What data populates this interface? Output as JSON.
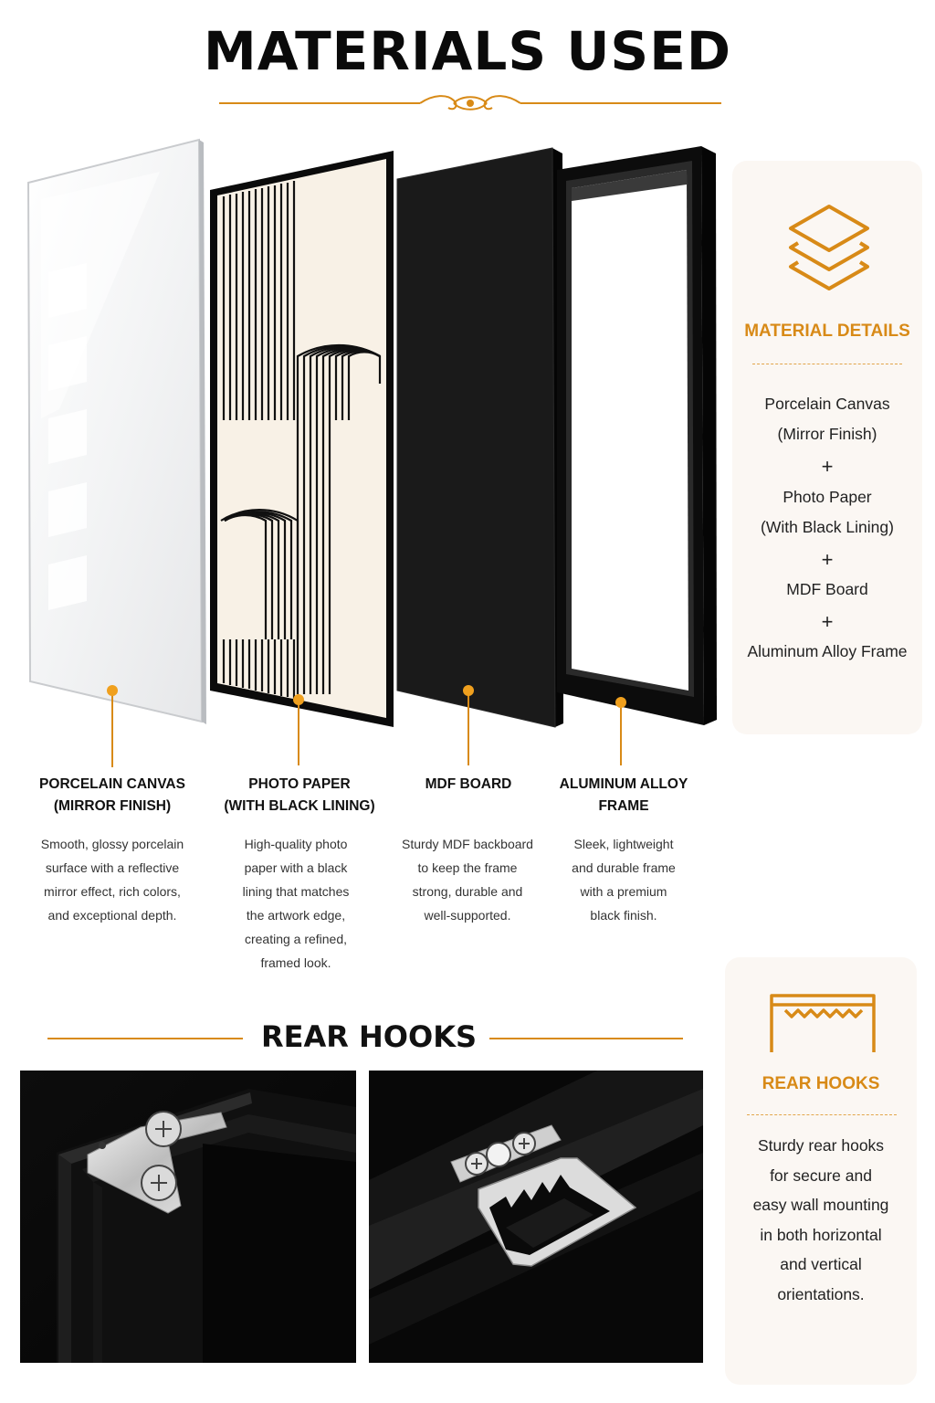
{
  "header": {
    "title": "MATERIALS USED"
  },
  "layers": [
    {
      "label_line1": "PORCELAIN CANVAS",
      "label_line2": "(MIRROR FINISH)",
      "description": [
        "Smooth, glossy porcelain",
        "surface with a reflective",
        "mirror effect, rich colors,",
        "and exceptional depth."
      ]
    },
    {
      "label_line1": "PHOTO PAPER",
      "label_line2": "(WITH BLACK LINING)",
      "description": [
        "High-quality photo",
        "paper with a black",
        "lining that matches",
        "the artwork edge,",
        "creating a refined,",
        "framed look."
      ]
    },
    {
      "label_line1": "MDF BOARD",
      "label_line2": "",
      "description": [
        "Sturdy MDF backboard",
        "to keep the frame",
        "strong, durable and",
        "well-supported."
      ]
    },
    {
      "label_line1": "ALUMINUM ALLOY",
      "label_line2": "FRAME",
      "description": [
        "Sleek, lightweight",
        "and durable frame",
        "with a premium",
        "black finish."
      ]
    }
  ],
  "material_details": {
    "title": "MATERIAL DETAILS",
    "icon": "layers-icon",
    "lines": [
      "Porcelain Canvas",
      "(Mirror Finish)",
      "+",
      "Photo Paper",
      "(With Black Lining)",
      "+",
      "MDF Board",
      "+",
      "Aluminum Alloy Frame"
    ]
  },
  "rear_hooks_section": {
    "title": "REAR HOOKS"
  },
  "rear_hooks_card": {
    "title": "REAR HOOKS",
    "icon": "sawtooth-hanger-icon",
    "lines": [
      "Sturdy rear hooks",
      "for secure and",
      "easy wall mounting",
      "in both horizontal",
      "and vertical",
      "orientations."
    ]
  },
  "colors": {
    "accent": "#d88a17",
    "card_bg": "#fbf7f3",
    "dark": "#0a0a0a"
  }
}
